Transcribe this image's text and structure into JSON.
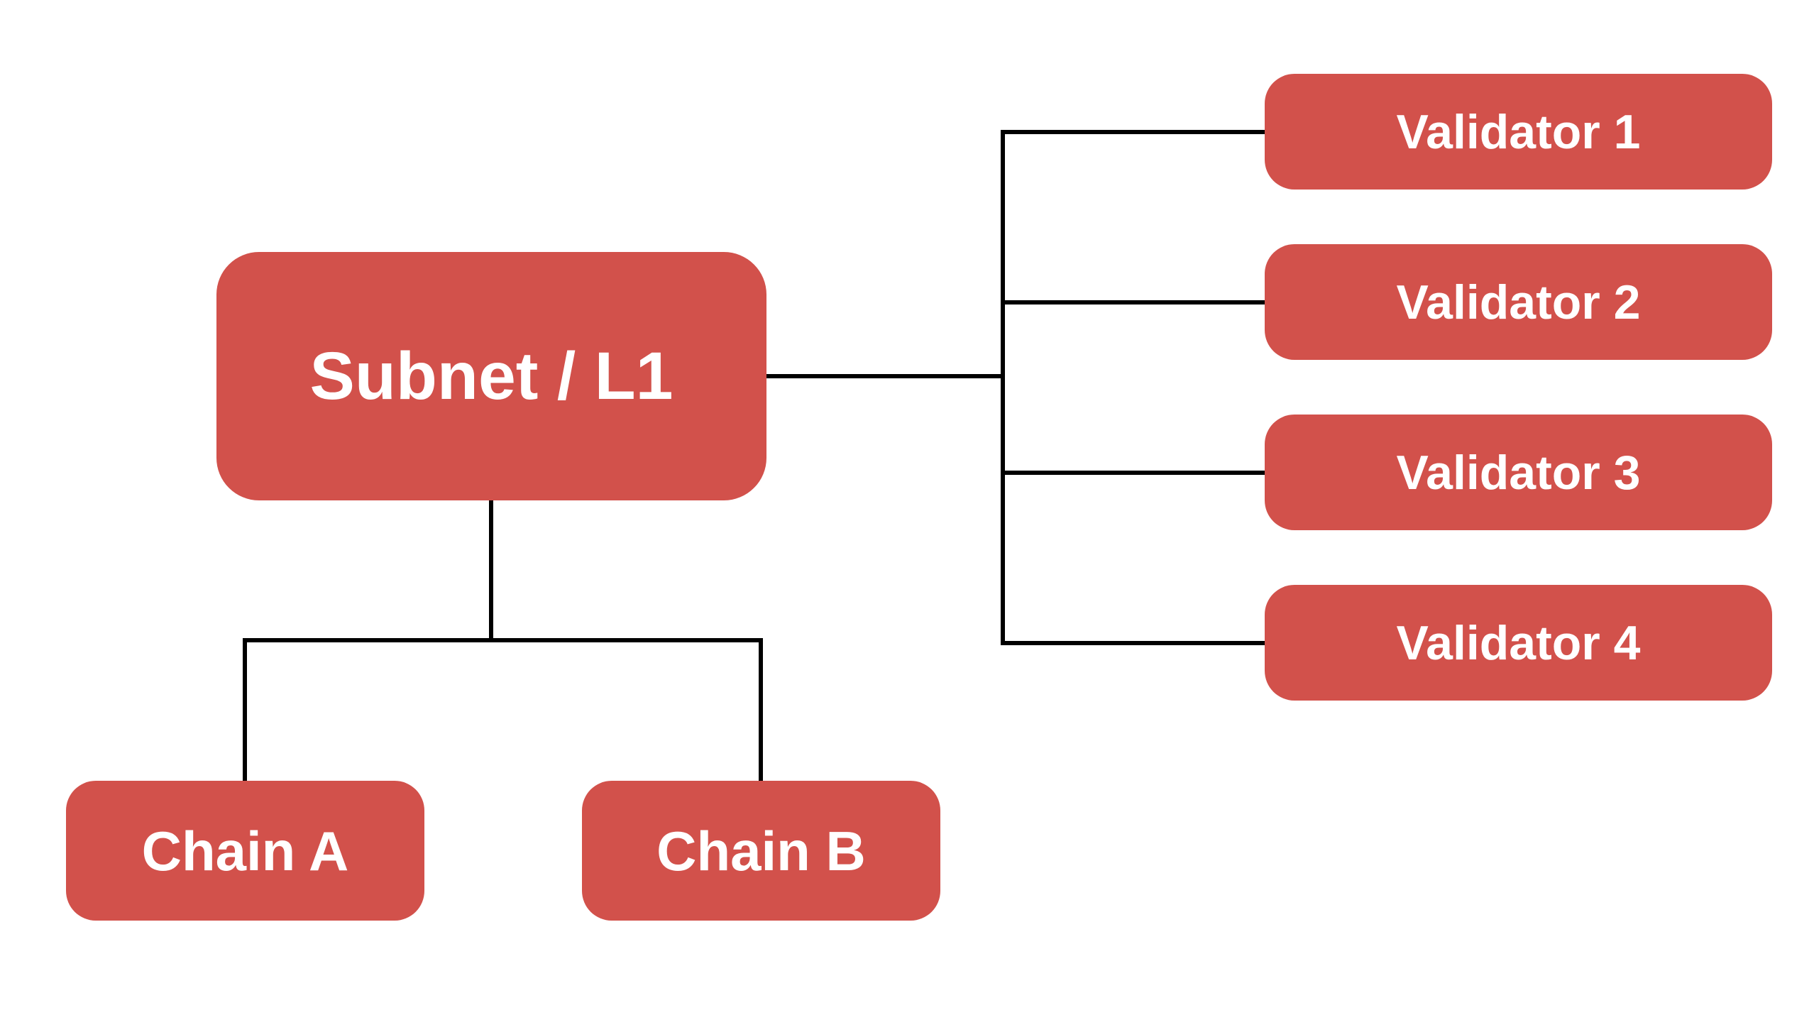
{
  "colors": {
    "node_fill": "#D2514B",
    "node_text": "#FFFFFF",
    "connector": "#000000",
    "background": "#FFFFFF"
  },
  "nodes": {
    "subnet": {
      "label": "Subnet / L1"
    },
    "validators": [
      {
        "label": "Validator 1"
      },
      {
        "label": "Validator 2"
      },
      {
        "label": "Validator 3"
      },
      {
        "label": "Validator 4"
      }
    ],
    "chains": [
      {
        "label": "Chain A"
      },
      {
        "label": "Chain B"
      }
    ]
  },
  "edges": [
    {
      "from": "subnet",
      "to": "validator-1"
    },
    {
      "from": "subnet",
      "to": "validator-2"
    },
    {
      "from": "subnet",
      "to": "validator-3"
    },
    {
      "from": "subnet",
      "to": "validator-4"
    },
    {
      "from": "subnet",
      "to": "chain-a"
    },
    {
      "from": "subnet",
      "to": "chain-b"
    }
  ]
}
